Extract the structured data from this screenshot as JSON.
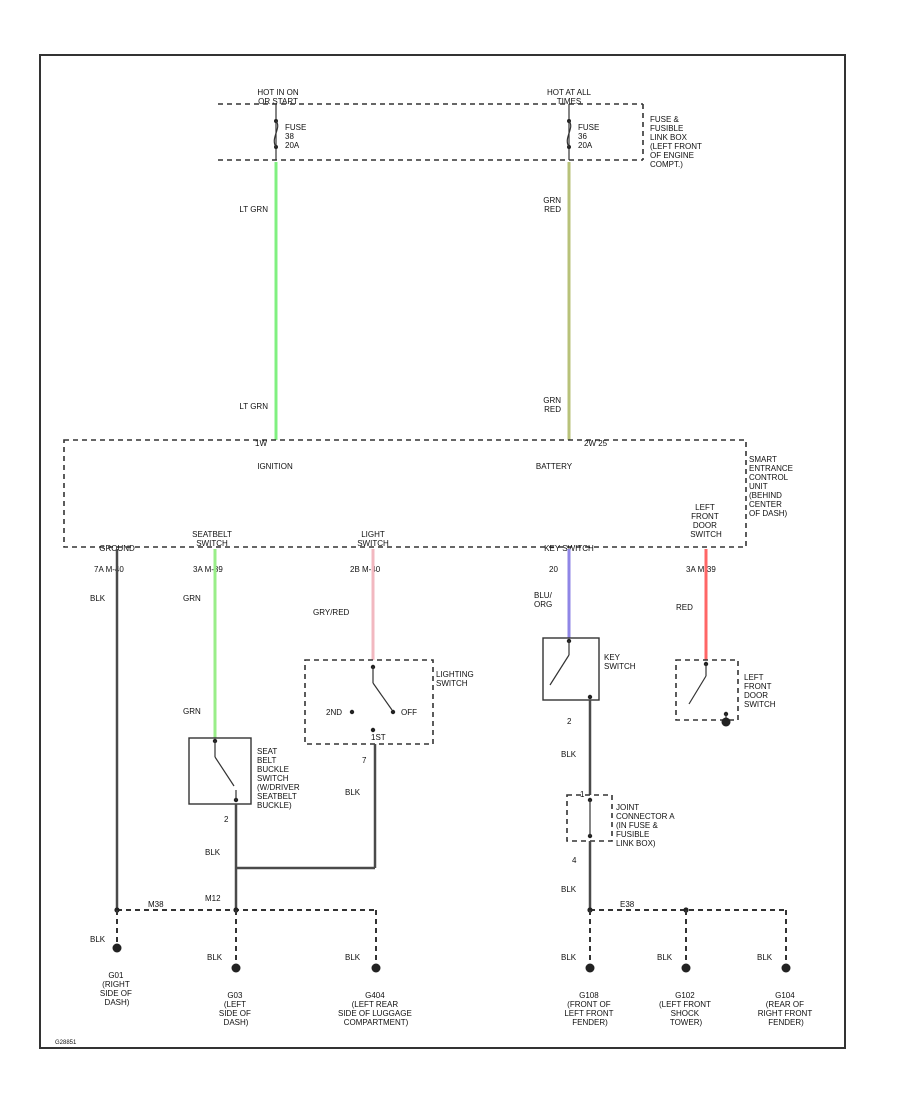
{
  "labels": {
    "hot_run_start": [
      "HOT IN ON",
      "OR START"
    ],
    "hot_all": [
      "HOT AT ALL",
      "TIMES"
    ],
    "fuse_left": [
      "FUSE",
      "38",
      "20A"
    ],
    "fuse_right": [
      "FUSE",
      "36",
      "20A"
    ],
    "fuse_box": [
      "FUSE &",
      "FUSIBLE",
      "LINK BOX",
      "(LEFT FRONT",
      "OF ENGINE",
      "COMPT.)"
    ],
    "wire_lt_grn": "LT GRN",
    "wire_grn_red": [
      "GRN",
      "RED"
    ],
    "pin_ign": "1W",
    "pin_bat": "2W 25",
    "ignition": "IGNITION",
    "battery": "BATTERY",
    "smart_unit": [
      "SMART",
      "ENTRANCE",
      "CONTROL",
      "UNIT",
      "(BEHIND",
      "CENTER",
      "OF DASH)"
    ],
    "ground_conn": "GROUND",
    "seatbelt_conn": [
      "SEATBELT",
      "SWITCH"
    ],
    "light_conn": [
      "LIGHT",
      "SWITCH"
    ],
    "key_conn": "KEY SWITCH",
    "door_conn": [
      "LEFT",
      "FRONT",
      "DOOR",
      "SWITCH"
    ],
    "pin_ground": "7A  M-40",
    "pin_seatbelt": "3A  M-39",
    "pin_light": "2B  M-40",
    "pin_key": "20",
    "pin_door": "3A  M-39",
    "wire_blk": "BLK",
    "wire_grn": "GRN",
    "wire_gry_red": "GRY/RED",
    "wire_blu_org": [
      "BLU/",
      "ORG"
    ],
    "wire_red": "RED",
    "lighting_switch": [
      "LIGHTING",
      "SWITCH"
    ],
    "sw_2nd": "2ND",
    "sw_off": "OFF",
    "sw_1st": "1ST",
    "key_switch": [
      "KEY",
      "SWITCH"
    ],
    "door_switch": [
      "LEFT",
      "FRONT",
      "DOOR",
      "SWITCH"
    ],
    "seatbelt_switch": [
      "SEAT",
      "BELT",
      "BUCKLE",
      "SWITCH",
      "(W/DRIVER",
      "SEATBELT",
      "BUCKLE)"
    ],
    "joint_connector": [
      "JOINT",
      "CONNECTOR A",
      "(IN FUSE &",
      "FUSIBLE",
      "LINK BOX)"
    ],
    "pin_1": "1",
    "pin_2": "2",
    "pin_4": "4",
    "pin_7": "7",
    "splice_left": "M38",
    "splice_left2": "M12",
    "splice_right": "E38",
    "grounds": [
      [
        "G01",
        "(RIGHT",
        "SIDE OF",
        "DASH)"
      ],
      [
        "G03",
        "(LEFT",
        "SIDE OF",
        "DASH)"
      ],
      [
        "G404",
        "(LEFT REAR",
        "SIDE OF LUGGAGE",
        "COMPARTMENT)"
      ],
      [
        "G108",
        "(FRONT OF",
        "LEFT FRONT",
        "FENDER)"
      ],
      [
        "G102",
        "(LEFT FRONT",
        "SHOCK",
        "TOWER)"
      ],
      [
        "G104",
        "(REAR OF",
        "RIGHT FRONT",
        "FENDER)"
      ]
    ],
    "figure_id": "G28851"
  },
  "colors": {
    "lt_grn_wire": "#80f080",
    "grn_red_wire": "#b8c27a",
    "grn_wire": "#99ee88",
    "gry_red_wire": "#f2b8c0",
    "blu_org_wire": "#8f86e6",
    "red_wire": "#ff6666",
    "blk_wire": "#4a4a4a"
  }
}
